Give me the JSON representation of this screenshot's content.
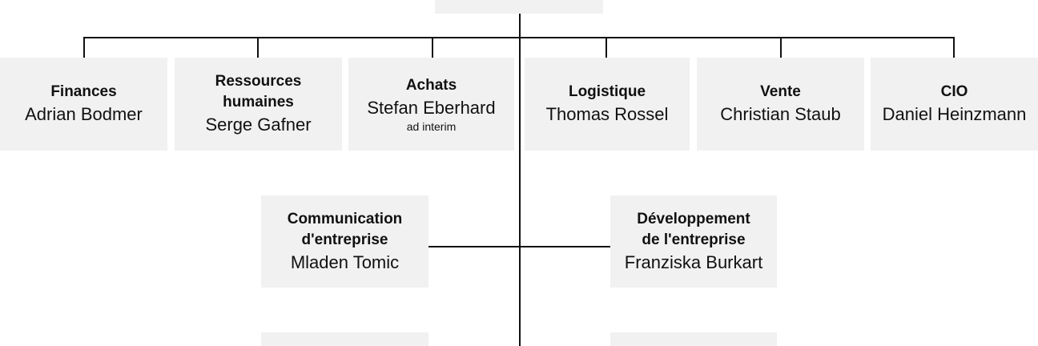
{
  "top_row": [
    {
      "title": "Finances",
      "name": "Adrian Bodmer"
    },
    {
      "title": "Ressources\nhumaines",
      "name": "Serge Gafner"
    },
    {
      "title": "Achats",
      "name": "Stefan Eberhard",
      "note": "ad interim"
    },
    {
      "title": "Logistique",
      "name": "Thomas Rossel"
    },
    {
      "title": "Vente",
      "name": "Christian Staub"
    },
    {
      "title": "CIO",
      "name": "Daniel Heinzmann"
    }
  ],
  "staff": {
    "left": {
      "title": "Communication\nd'entreprise",
      "name": "Mladen Tomic"
    },
    "right": {
      "title": "Développement\nde l'entreprise",
      "name": "Franziska Burkart"
    }
  },
  "colors": {
    "box_fill": "#f1f1f1",
    "connector": "#111111"
  }
}
